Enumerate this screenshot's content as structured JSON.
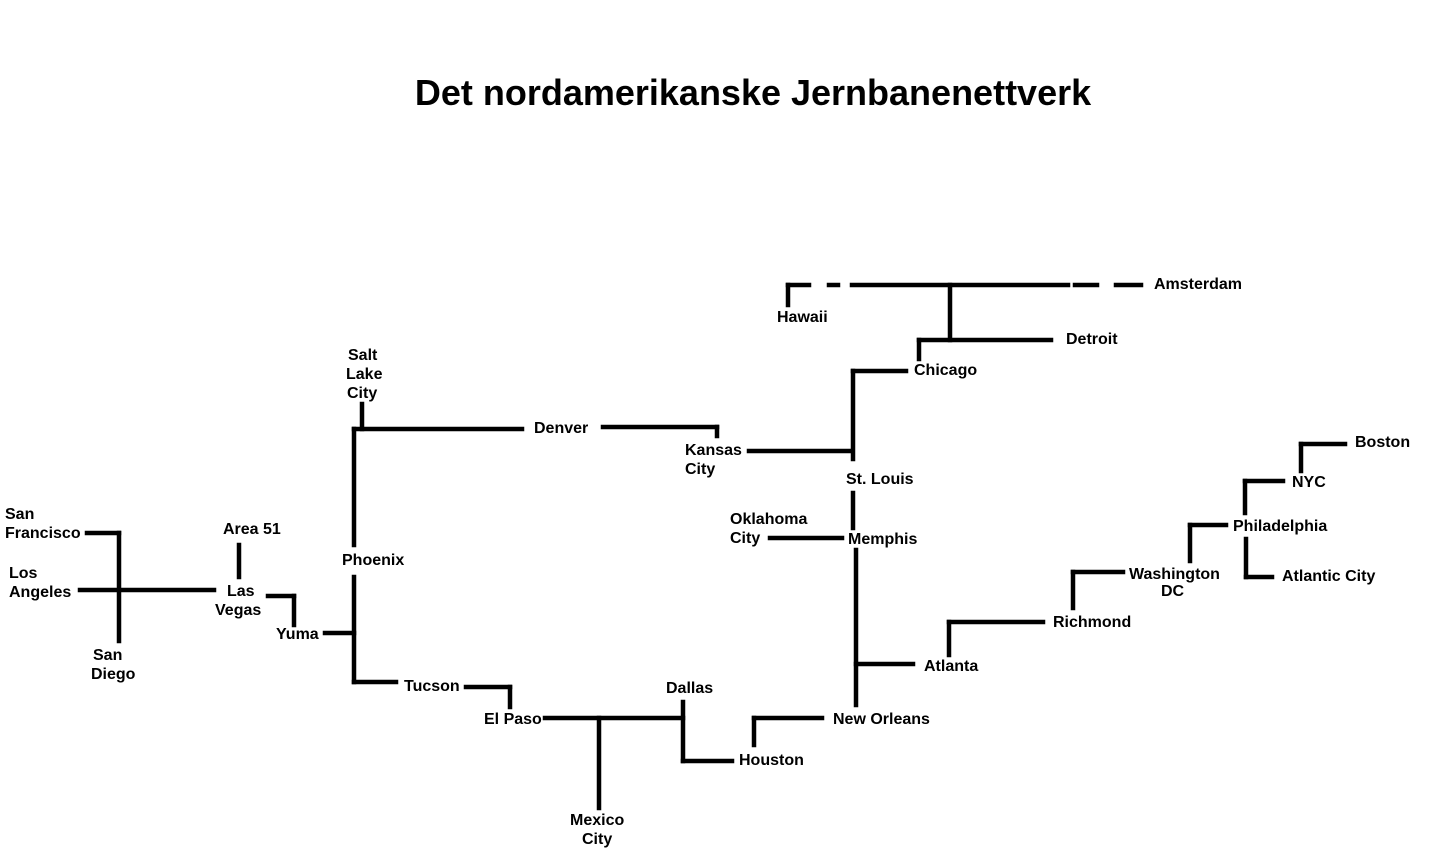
{
  "title": "Det nordamerikanske Jernbanenettverk",
  "cities": {
    "san_francisco": [
      "San",
      "Francisco"
    ],
    "los_angeles": [
      "Los",
      "Angeles"
    ],
    "san_diego": [
      "San",
      "Diego"
    ],
    "area_51": [
      "Area 51"
    ],
    "las_vegas": [
      "Las",
      "Vegas"
    ],
    "yuma": [
      "Yuma"
    ],
    "phoenix": [
      "Phoenix"
    ],
    "salt_lake_city": [
      "Salt",
      "Lake",
      "City"
    ],
    "denver": [
      "Denver"
    ],
    "kansas_city": [
      "Kansas",
      "City"
    ],
    "tucson": [
      "Tucson"
    ],
    "el_paso": [
      "El Paso"
    ],
    "mexico_city": [
      "Mexico",
      "City"
    ],
    "dallas": [
      "Dallas"
    ],
    "houston": [
      "Houston"
    ],
    "new_orleans": [
      "New Orleans"
    ],
    "hawaii": [
      "Hawaii"
    ],
    "amsterdam": [
      "Amsterdam"
    ],
    "detroit": [
      "Detroit"
    ],
    "chicago": [
      "Chicago"
    ],
    "st_louis": [
      "St. Louis"
    ],
    "oklahoma_city": [
      "Oklahoma",
      "City"
    ],
    "memphis": [
      "Memphis"
    ],
    "atlanta": [
      "Atlanta"
    ],
    "richmond": [
      "Richmond"
    ],
    "washington_dc": [
      "Washington",
      "DC"
    ],
    "philadelphia": [
      "Philadelphia"
    ],
    "atlantic_city": [
      "Atlantic City"
    ],
    "nyc": [
      "NYC"
    ],
    "boston": [
      "Boston"
    ]
  },
  "connections": [
    [
      "San Francisco",
      "Los Angeles"
    ],
    [
      "Los Angeles",
      "San Diego"
    ],
    [
      "Los Angeles",
      "Las Vegas"
    ],
    [
      "Las Vegas",
      "Area 51"
    ],
    [
      "Las Vegas",
      "Yuma"
    ],
    [
      "Yuma",
      "Phoenix"
    ],
    [
      "Phoenix",
      "Salt Lake City"
    ],
    [
      "Salt Lake City",
      "Denver"
    ],
    [
      "Denver",
      "Kansas City"
    ],
    [
      "Kansas City",
      "St. Louis"
    ],
    [
      "Phoenix",
      "Tucson"
    ],
    [
      "Tucson",
      "El Paso"
    ],
    [
      "El Paso",
      "Mexico City"
    ],
    [
      "El Paso",
      "Dallas"
    ],
    [
      "Dallas",
      "Houston"
    ],
    [
      "Houston",
      "New Orleans"
    ],
    [
      "St. Louis",
      "Chicago"
    ],
    [
      "Chicago",
      "Detroit"
    ],
    [
      "Chicago",
      "Hawaii"
    ],
    [
      "Chicago",
      "Amsterdam"
    ],
    [
      "St. Louis",
      "Memphis"
    ],
    [
      "Memphis",
      "Oklahoma City"
    ],
    [
      "Memphis",
      "New Orleans"
    ],
    [
      "Memphis",
      "Atlanta"
    ],
    [
      "Atlanta",
      "Richmond"
    ],
    [
      "Richmond",
      "Washington DC"
    ],
    [
      "Washington DC",
      "Philadelphia"
    ],
    [
      "Philadelphia",
      "Atlantic City"
    ],
    [
      "Philadelphia",
      "NYC"
    ],
    [
      "NYC",
      "Boston"
    ]
  ]
}
